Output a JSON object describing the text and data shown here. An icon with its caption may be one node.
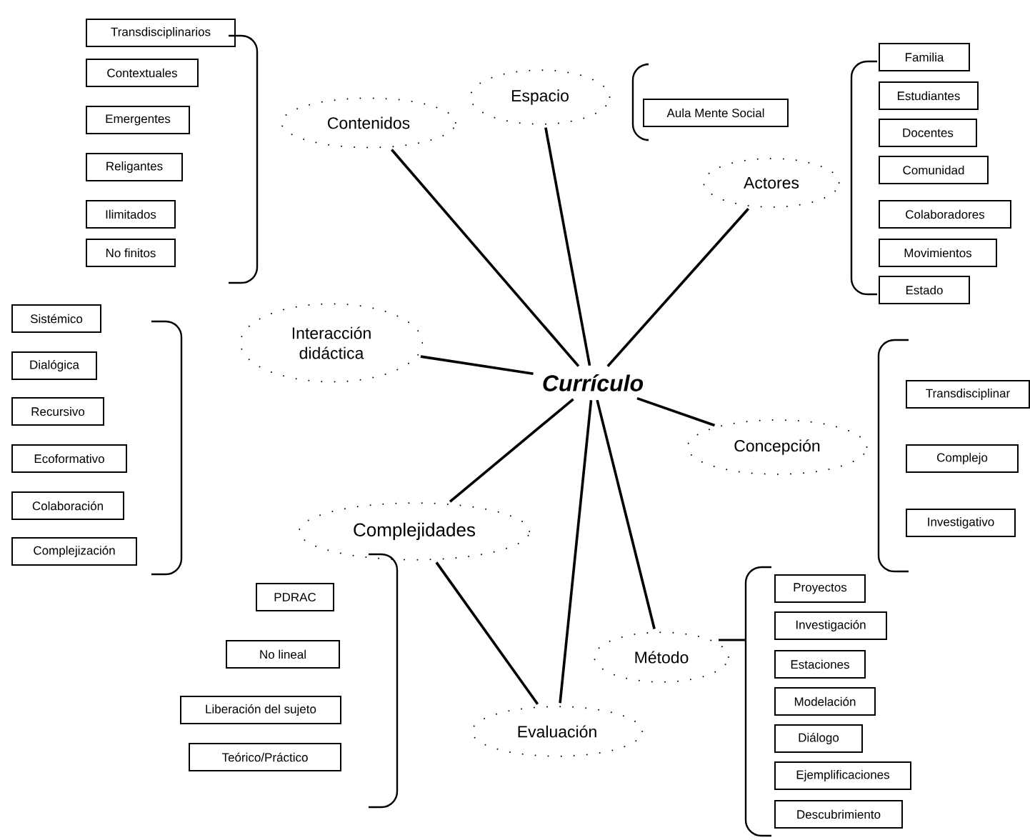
{
  "diagram": {
    "nodes": [
      {
        "text": [
          "Currículo"
        ]
      },
      {
        "text": [
          "Contenidos"
        ]
      },
      {
        "text": [
          "Espacio"
        ]
      },
      {
        "text": [
          "Actores"
        ]
      },
      {
        "text": [
          "Interacción didáctica"
        ]
      },
      {
        "text": [
          "Concepción"
        ]
      },
      {
        "text": [
          "Complejidades"
        ]
      },
      {
        "text": [
          "Método"
        ]
      },
      {
        "text": [
          "Evaluación"
        ]
      },
      {
        "text": [
          "Transdisciplinarios"
        ]
      },
      {
        "text": [
          "Contextuales"
        ]
      },
      {
        "text": [
          "Emergentes"
        ]
      },
      {
        "text": [
          "Religantes"
        ]
      },
      {
        "text": [
          "Ilimitados"
        ]
      },
      {
        "text": [
          "No finitos"
        ]
      },
      {
        "text": [
          "Aula Mente Social"
        ]
      },
      {
        "text": [
          "Familia"
        ]
      },
      {
        "text": [
          "Estudiantes"
        ]
      },
      {
        "text": [
          "Docentes"
        ]
      },
      {
        "text": [
          "Comunidad"
        ]
      },
      {
        "text": [
          "Colaboradores"
        ]
      },
      {
        "text": [
          "Movimientos"
        ]
      },
      {
        "text": [
          "Estado"
        ]
      },
      {
        "text": [
          "Sistémico"
        ]
      },
      {
        "text": [
          "Dialógica"
        ]
      },
      {
        "text": [
          "Recursivo"
        ]
      },
      {
        "text": [
          "Ecoformativo"
        ]
      },
      {
        "text": [
          "Colaboración"
        ]
      },
      {
        "text": [
          "Complejización"
        ]
      },
      {
        "text": [
          "Transdisciplinar"
        ]
      },
      {
        "text": [
          "Complejo"
        ]
      },
      {
        "text": [
          "Investigativo"
        ]
      },
      {
        "text": [
          "PDRAC"
        ]
      },
      {
        "text": [
          "No lineal"
        ]
      },
      {
        "text": [
          "Liberación del sujeto"
        ]
      },
      {
        "text": [
          "Teórico/Práctico"
        ]
      },
      {
        "text": [
          "Proyectos"
        ]
      },
      {
        "text": [
          "Investigación"
        ]
      },
      {
        "text": [
          "Estaciones"
        ]
      },
      {
        "text": [
          "Modelación"
        ]
      },
      {
        "text": [
          "Diálogo"
        ]
      },
      {
        "text": [
          "Ejemplificaciones"
        ]
      },
      {
        "text": [
          "Descubrimiento"
        ]
      }
    ],
    "edges": [
      {
        "from": 0,
        "to": 1,
        "arrow": "none"
      },
      {
        "from": 0,
        "to": 2,
        "arrow": "none"
      },
      {
        "from": 0,
        "to": 3,
        "arrow": "none"
      },
      {
        "from": 0,
        "to": 4,
        "arrow": "none"
      },
      {
        "from": 0,
        "to": 5,
        "arrow": "none"
      },
      {
        "from": 0,
        "to": 6,
        "arrow": "none"
      },
      {
        "from": 0,
        "to": 7,
        "arrow": "none"
      },
      {
        "from": 0,
        "to": 8,
        "arrow": "none"
      },
      {
        "from": 6,
        "to": 8,
        "arrow": "none"
      }
    ]
  }
}
